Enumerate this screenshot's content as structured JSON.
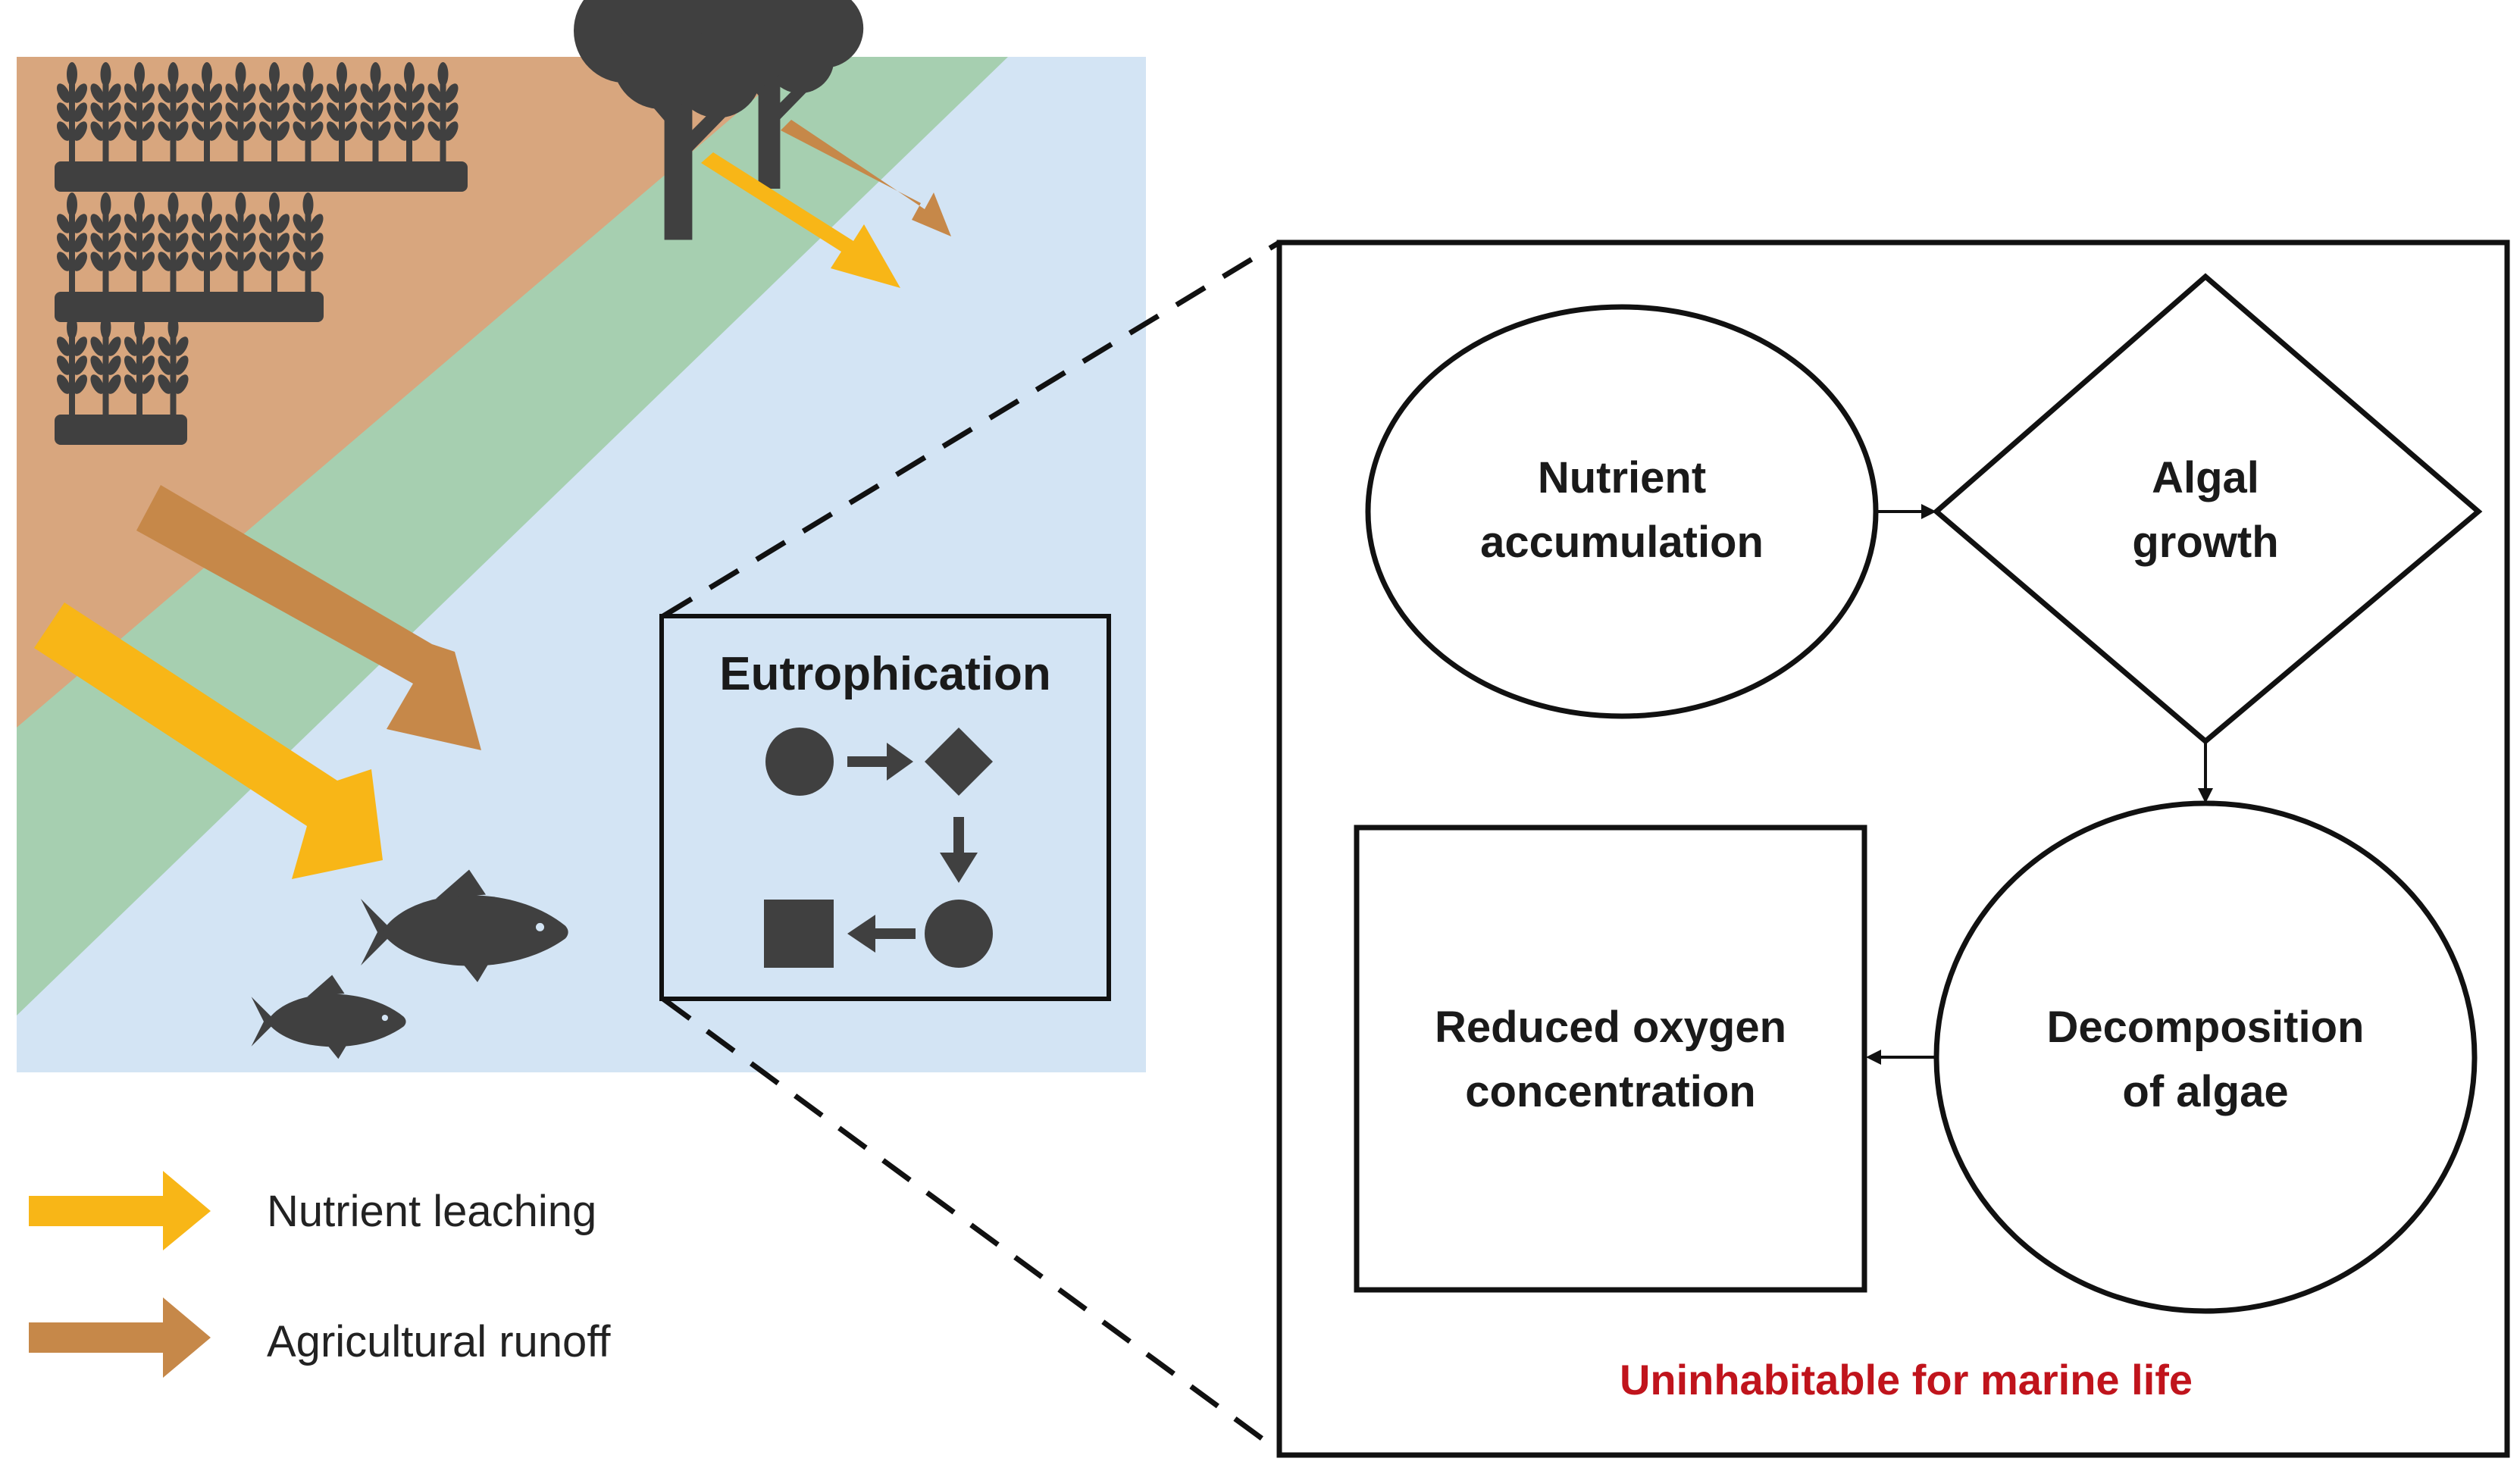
{
  "colors": {
    "land": "#d8a67e",
    "buffer": "#a6cfb0",
    "water": "#d3e4f4",
    "leaching_arrow": "#f8b617",
    "runoff_arrow": "#c68849",
    "icon": "#404040",
    "warning_text": "#c0141c"
  },
  "icons": [
    "wheat-crop-icon",
    "tree-icon",
    "fish-icon"
  ],
  "mini_panel": {
    "title": "Eutrophication",
    "symbols": [
      "circle-icon",
      "arrow-right-icon",
      "diamond-icon",
      "arrow-down-icon",
      "circle-icon",
      "arrow-left-icon",
      "square-icon"
    ]
  },
  "flow": {
    "nodes": [
      {
        "id": "nutrient",
        "shape": "circle",
        "lines": [
          "Nutrient",
          "accumulation"
        ]
      },
      {
        "id": "algal",
        "shape": "diamond",
        "lines": [
          "Algal",
          "growth"
        ]
      },
      {
        "id": "decomp",
        "shape": "circle",
        "lines": [
          "Decomposition",
          "of algae"
        ]
      },
      {
        "id": "oxygen",
        "shape": "rectangle",
        "lines": [
          "Reduced oxygen",
          "concentration"
        ]
      }
    ],
    "edges": [
      {
        "from": "nutrient",
        "to": "algal"
      },
      {
        "from": "algal",
        "to": "decomp"
      },
      {
        "from": "decomp",
        "to": "oxygen"
      }
    ],
    "note": "Uninhabitable for marine life"
  },
  "legend": [
    {
      "label": "Nutrient leaching",
      "color_key": "leaching_arrow"
    },
    {
      "label": "Agricultural runoff",
      "color_key": "runoff_arrow"
    }
  ]
}
